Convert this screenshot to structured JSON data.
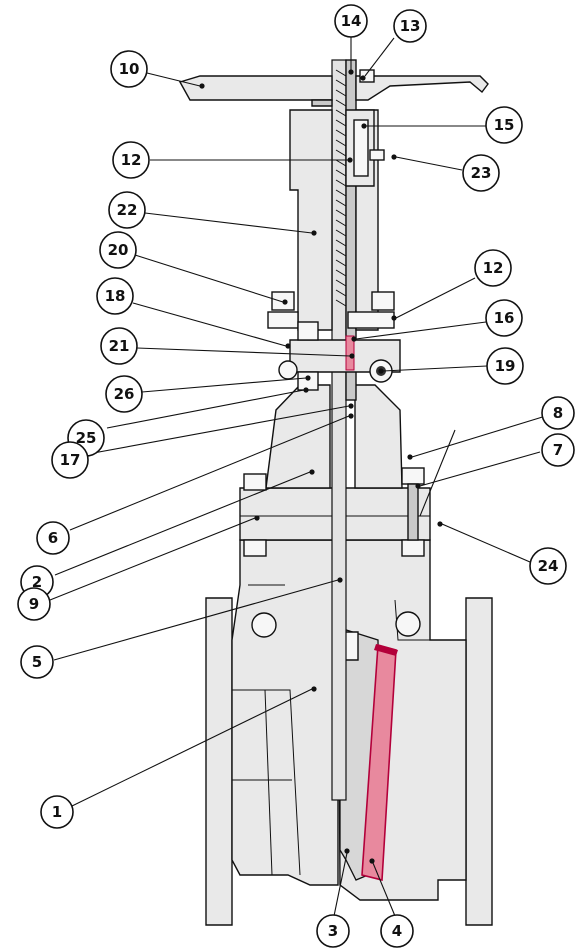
{
  "colors": {
    "outline": "#111111",
    "body_fill": "#e9e9e9",
    "section_fill": "#d7d7d7",
    "seat_ring": "#e8899e",
    "seat_ring_dark": "#b3003a"
  },
  "callouts": [
    {
      "id": "c1",
      "label": "1"
    },
    {
      "id": "c2",
      "label": "2"
    },
    {
      "id": "c3",
      "label": "3"
    },
    {
      "id": "c4",
      "label": "4"
    },
    {
      "id": "c5",
      "label": "5"
    },
    {
      "id": "c6",
      "label": "6"
    },
    {
      "id": "c7",
      "label": "7"
    },
    {
      "id": "c8",
      "label": "8"
    },
    {
      "id": "c9",
      "label": "9"
    },
    {
      "id": "c10",
      "label": "10"
    },
    {
      "id": "c12a",
      "label": "12"
    },
    {
      "id": "c12b",
      "label": "12"
    },
    {
      "id": "c13",
      "label": "13"
    },
    {
      "id": "c14",
      "label": "14"
    },
    {
      "id": "c15",
      "label": "15"
    },
    {
      "id": "c16",
      "label": "16"
    },
    {
      "id": "c17",
      "label": "17"
    },
    {
      "id": "c18",
      "label": "18"
    },
    {
      "id": "c19",
      "label": "19"
    },
    {
      "id": "c20",
      "label": "20"
    },
    {
      "id": "c21",
      "label": "21"
    },
    {
      "id": "c22",
      "label": "22"
    },
    {
      "id": "c23",
      "label": "23"
    },
    {
      "id": "c24",
      "label": "24"
    },
    {
      "id": "c25",
      "label": "25"
    },
    {
      "id": "c26",
      "label": "26"
    }
  ]
}
